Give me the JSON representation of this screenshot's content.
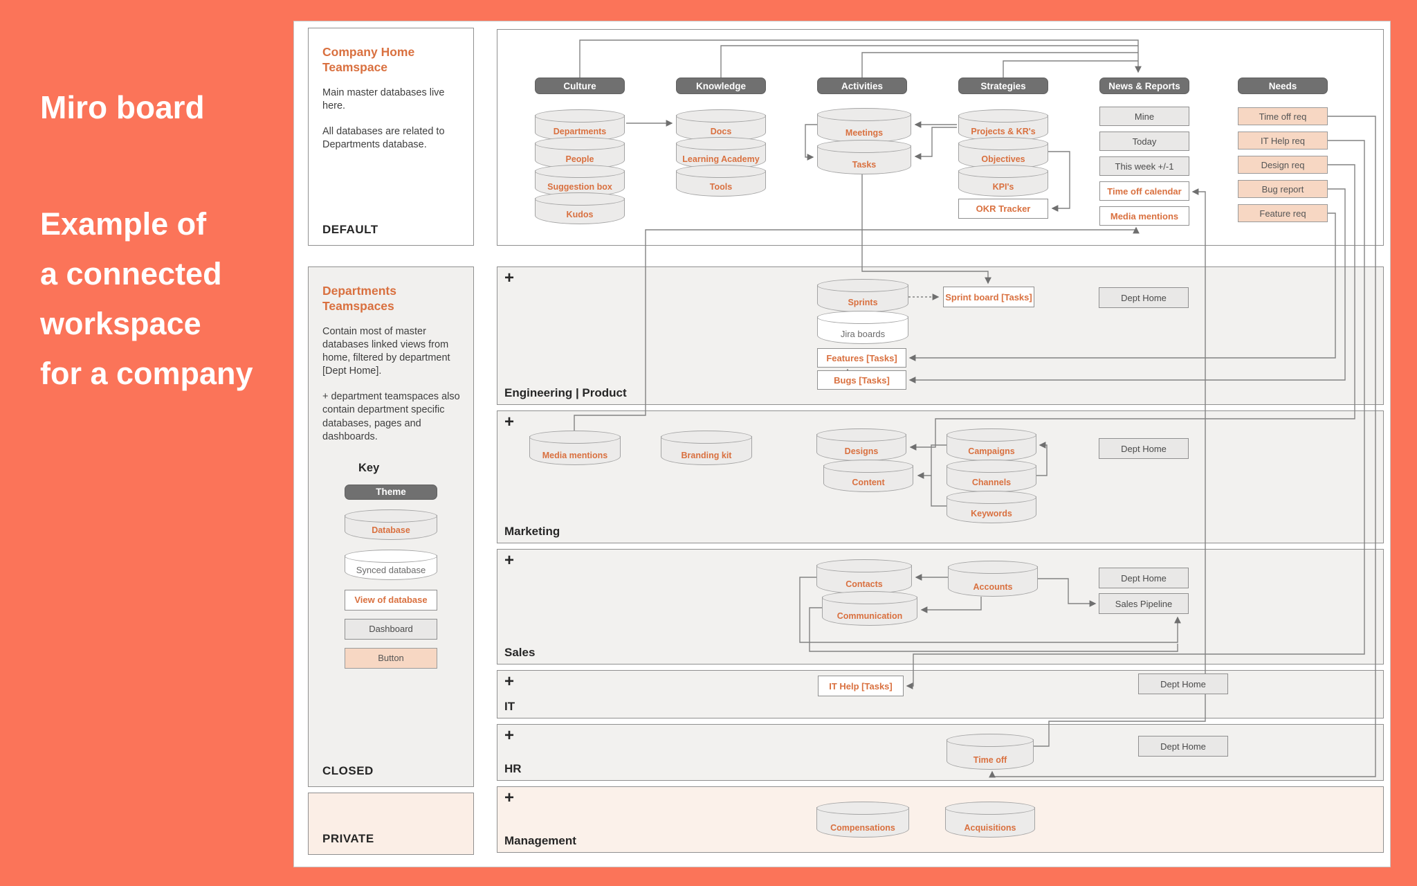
{
  "colors": {
    "background": "#FB7459",
    "accent_orange": "#D9703F",
    "theme_pill": "#707070",
    "peach_button": "#F7D7C3",
    "row_background": "#F2F1EF",
    "management_background": "#FBF1EA"
  },
  "caption": {
    "title": "Miro board",
    "line1": "Example of",
    "line2": "a connected",
    "line3": "workspace",
    "line4": "for a company"
  },
  "panels": {
    "company_home": {
      "title": "Company Home Teamspace",
      "body1": "Main master databases live here.",
      "body2": "All databases are related to Departments database.",
      "footer": "DEFAULT"
    },
    "departments": {
      "title": "Departments Teamspaces",
      "body1": "Contain most of master databases linked views from home, filtered by department [Dept Home].",
      "body2": "+ department teamspaces also contain department specific databases, pages and dashboards.",
      "key_title": "Key",
      "key": {
        "theme": "Theme",
        "database": "Database",
        "synced": "Synced database",
        "view": "View of database",
        "dashboard": "Dashboard",
        "button": "Button"
      },
      "footer": "CLOSED"
    },
    "private": {
      "footer": "PRIVATE"
    }
  },
  "home": {
    "themes": [
      "Culture",
      "Knowledge",
      "Activities",
      "Strategies",
      "News & Reports",
      "Needs"
    ],
    "culture": [
      "Departments",
      "People",
      "Suggestion box",
      "Kudos"
    ],
    "knowledge": [
      "Docs",
      "Learning Academy",
      "Tools"
    ],
    "activities": [
      "Meetings",
      "Tasks"
    ],
    "strategies": [
      "Projects & KR's",
      "Objectives",
      "KPI's"
    ],
    "strategies_view": "OKR Tracker",
    "news": [
      "Mine",
      "Today",
      "This week +/-1"
    ],
    "news_views": [
      "Time off calendar",
      "Media mentions"
    ],
    "needs": [
      "Time off req",
      "IT Help req",
      "Design req",
      "Bug report",
      "Feature req"
    ]
  },
  "rows": {
    "plus": "+",
    "engineering": {
      "label": "Engineering | Product",
      "sprints": "Sprints",
      "jira": "Jira boards",
      "features": "Features [Tasks]",
      "bugs": "Bugs [Tasks]",
      "sprint_board": "Sprint board [Tasks]",
      "dept_home": "Dept Home"
    },
    "marketing": {
      "label": "Marketing",
      "media": "Media mentions",
      "branding": "Branding kit",
      "designs": "Designs",
      "content": "Content",
      "campaigns": "Campaigns",
      "channels": "Channels",
      "keywords": "Keywords",
      "dept_home": "Dept Home"
    },
    "sales": {
      "label": "Sales",
      "contacts": "Contacts",
      "communication": "Communication",
      "accounts": "Accounts",
      "dept_home": "Dept Home",
      "pipeline": "Sales Pipeline"
    },
    "it": {
      "label": "IT",
      "it_help": "IT Help [Tasks]",
      "dept_home": "Dept Home"
    },
    "hr": {
      "label": "HR",
      "time_off": "Time off",
      "dept_home": "Dept Home"
    },
    "management": {
      "label": "Management",
      "compensations": "Compensations",
      "acquisitions": "Acquisitions"
    }
  }
}
